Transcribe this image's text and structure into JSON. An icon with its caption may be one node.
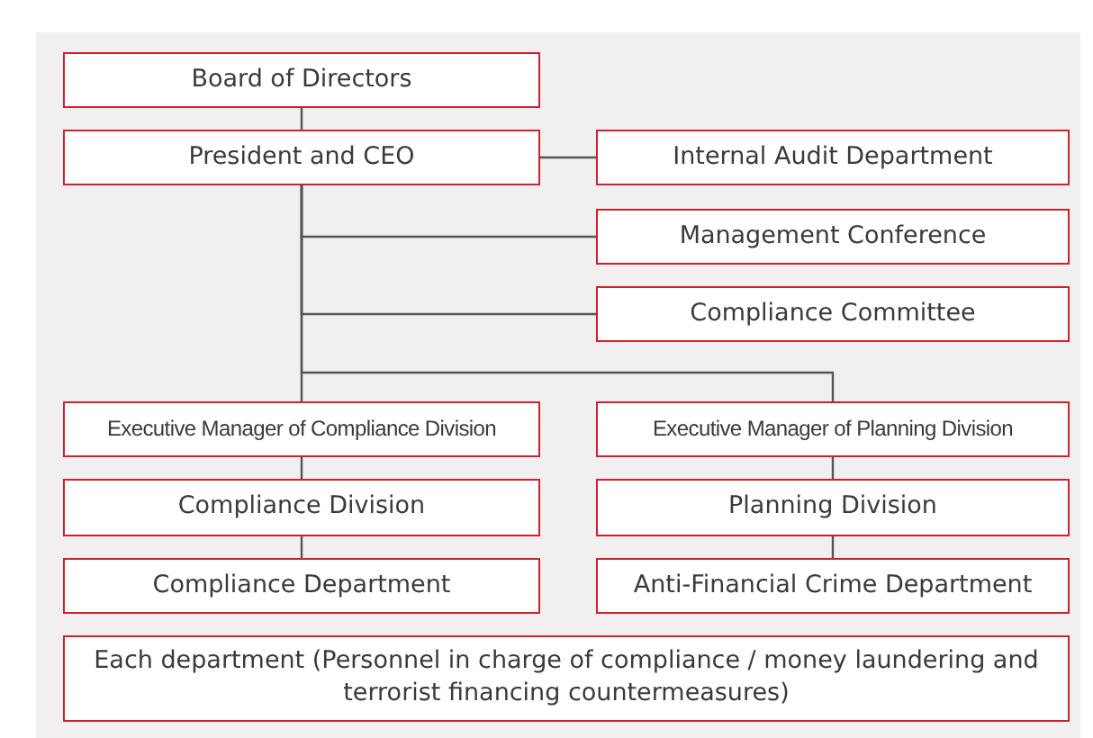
{
  "diagram": {
    "nodes": [
      {
        "text": [
          "Board of Directors"
        ]
      },
      {
        "text": [
          "President and CEO"
        ]
      },
      {
        "text": [
          "Internal Audit Department"
        ]
      },
      {
        "text": [
          "Management Conference"
        ]
      },
      {
        "text": [
          "Compliance Committee"
        ]
      },
      {
        "text": [
          "Executive Manager of Compliance Division"
        ]
      },
      {
        "text": [
          "Executive Manager of Planning Division"
        ]
      },
      {
        "text": [
          "Compliance Division"
        ]
      },
      {
        "text": [
          "Planning Division"
        ]
      },
      {
        "text": [
          "Compliance Department"
        ]
      },
      {
        "text": [
          "Anti-Financial Crime Department"
        ]
      },
      {
        "text": [
          "Each department (Personnel in charge of compliance / money laundering and terrorist financing countermeasures)"
        ]
      }
    ],
    "edges": [
      {
        "from": 0,
        "to": 1,
        "arrow": "none"
      },
      {
        "from": 1,
        "to": 2,
        "arrow": "none"
      },
      {
        "from": 1,
        "to": 3,
        "arrow": "none"
      },
      {
        "from": 1,
        "to": 4,
        "arrow": "none"
      },
      {
        "from": 1,
        "to": 5,
        "arrow": "none"
      },
      {
        "from": 1,
        "to": 6,
        "arrow": "none"
      },
      {
        "from": 5,
        "to": 7,
        "arrow": "none"
      },
      {
        "from": 7,
        "to": 9,
        "arrow": "none"
      },
      {
        "from": 6,
        "to": 8,
        "arrow": "none"
      },
      {
        "from": 8,
        "to": 10,
        "arrow": "none"
      }
    ]
  }
}
